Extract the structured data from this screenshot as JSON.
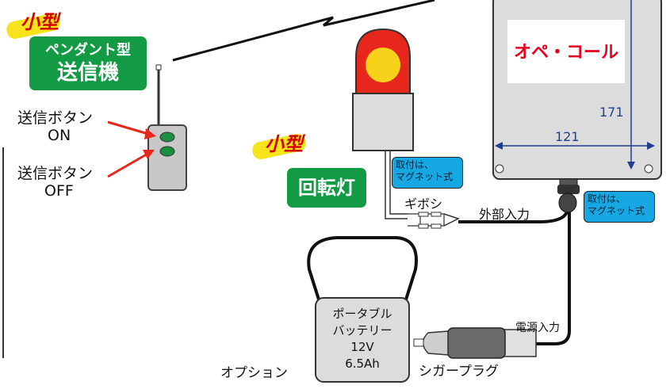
{
  "labels": {
    "small_type_1": "小型",
    "small_type_2": "小型",
    "pendant_line1": "ペンダント型",
    "pendant_line2": "送信機",
    "btn_on_label": "送信ボタン",
    "btn_on_state": "ON",
    "btn_off_label": "送信ボタン",
    "btn_off_state": "OFF",
    "rotating_light": "回転灯",
    "mount_line1_a": "取付は、",
    "mount_line2_a": "マグネット式",
    "mount_line1_b": "取付は、",
    "mount_line2_b": "マグネット式",
    "gibosi": "ギボシ",
    "external_input": "外部入力",
    "power_input": "電源入力",
    "ope_call": "オペ・コール",
    "dim_171": "171",
    "dim_121": "121",
    "battery_line1": "ポータブル",
    "battery_line2": "バッテリー",
    "battery_line3": "12V",
    "battery_line4": "6.5Ah",
    "option": "オプション",
    "cigar_plug": "シガープラグ"
  },
  "colors": {
    "green": "#139a45",
    "blue_box": "#17a7e3",
    "red_text": "#e8001c",
    "lamp_red": "#e8271c",
    "lamp_yellow": "#f7d21a",
    "device_gray": "#dcdcdc",
    "dim_line": "#1f3f8f",
    "arrow_red": "#e8271c",
    "yellow_brush": "#f6e31c"
  }
}
